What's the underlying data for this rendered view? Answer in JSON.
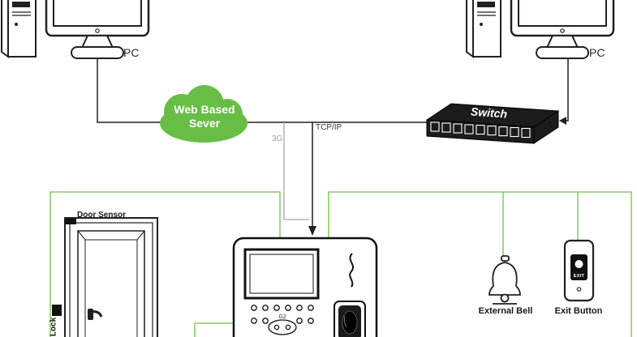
{
  "colors": {
    "cloud_green": "#68bd45",
    "wire_green": "#72c043",
    "wire_gray": "#a6a6a6",
    "ink": "#231f20"
  },
  "pc_left": {
    "label": "PC"
  },
  "pc_right": {
    "label": "PC"
  },
  "cloud": {
    "line1": "Web Based",
    "line2": "Sever"
  },
  "switch": {
    "label": "Switch"
  },
  "links": {
    "tcpip": "TCP/IP",
    "mobile": "3G"
  },
  "door": {
    "sensor_label": "Door Sensor",
    "lock_label": "Lock"
  },
  "terminal": {
    "model": "G2"
  },
  "bell": {
    "label": "External Bell"
  },
  "exit_button": {
    "label": "Exit Button",
    "button_text": "EXIT"
  }
}
